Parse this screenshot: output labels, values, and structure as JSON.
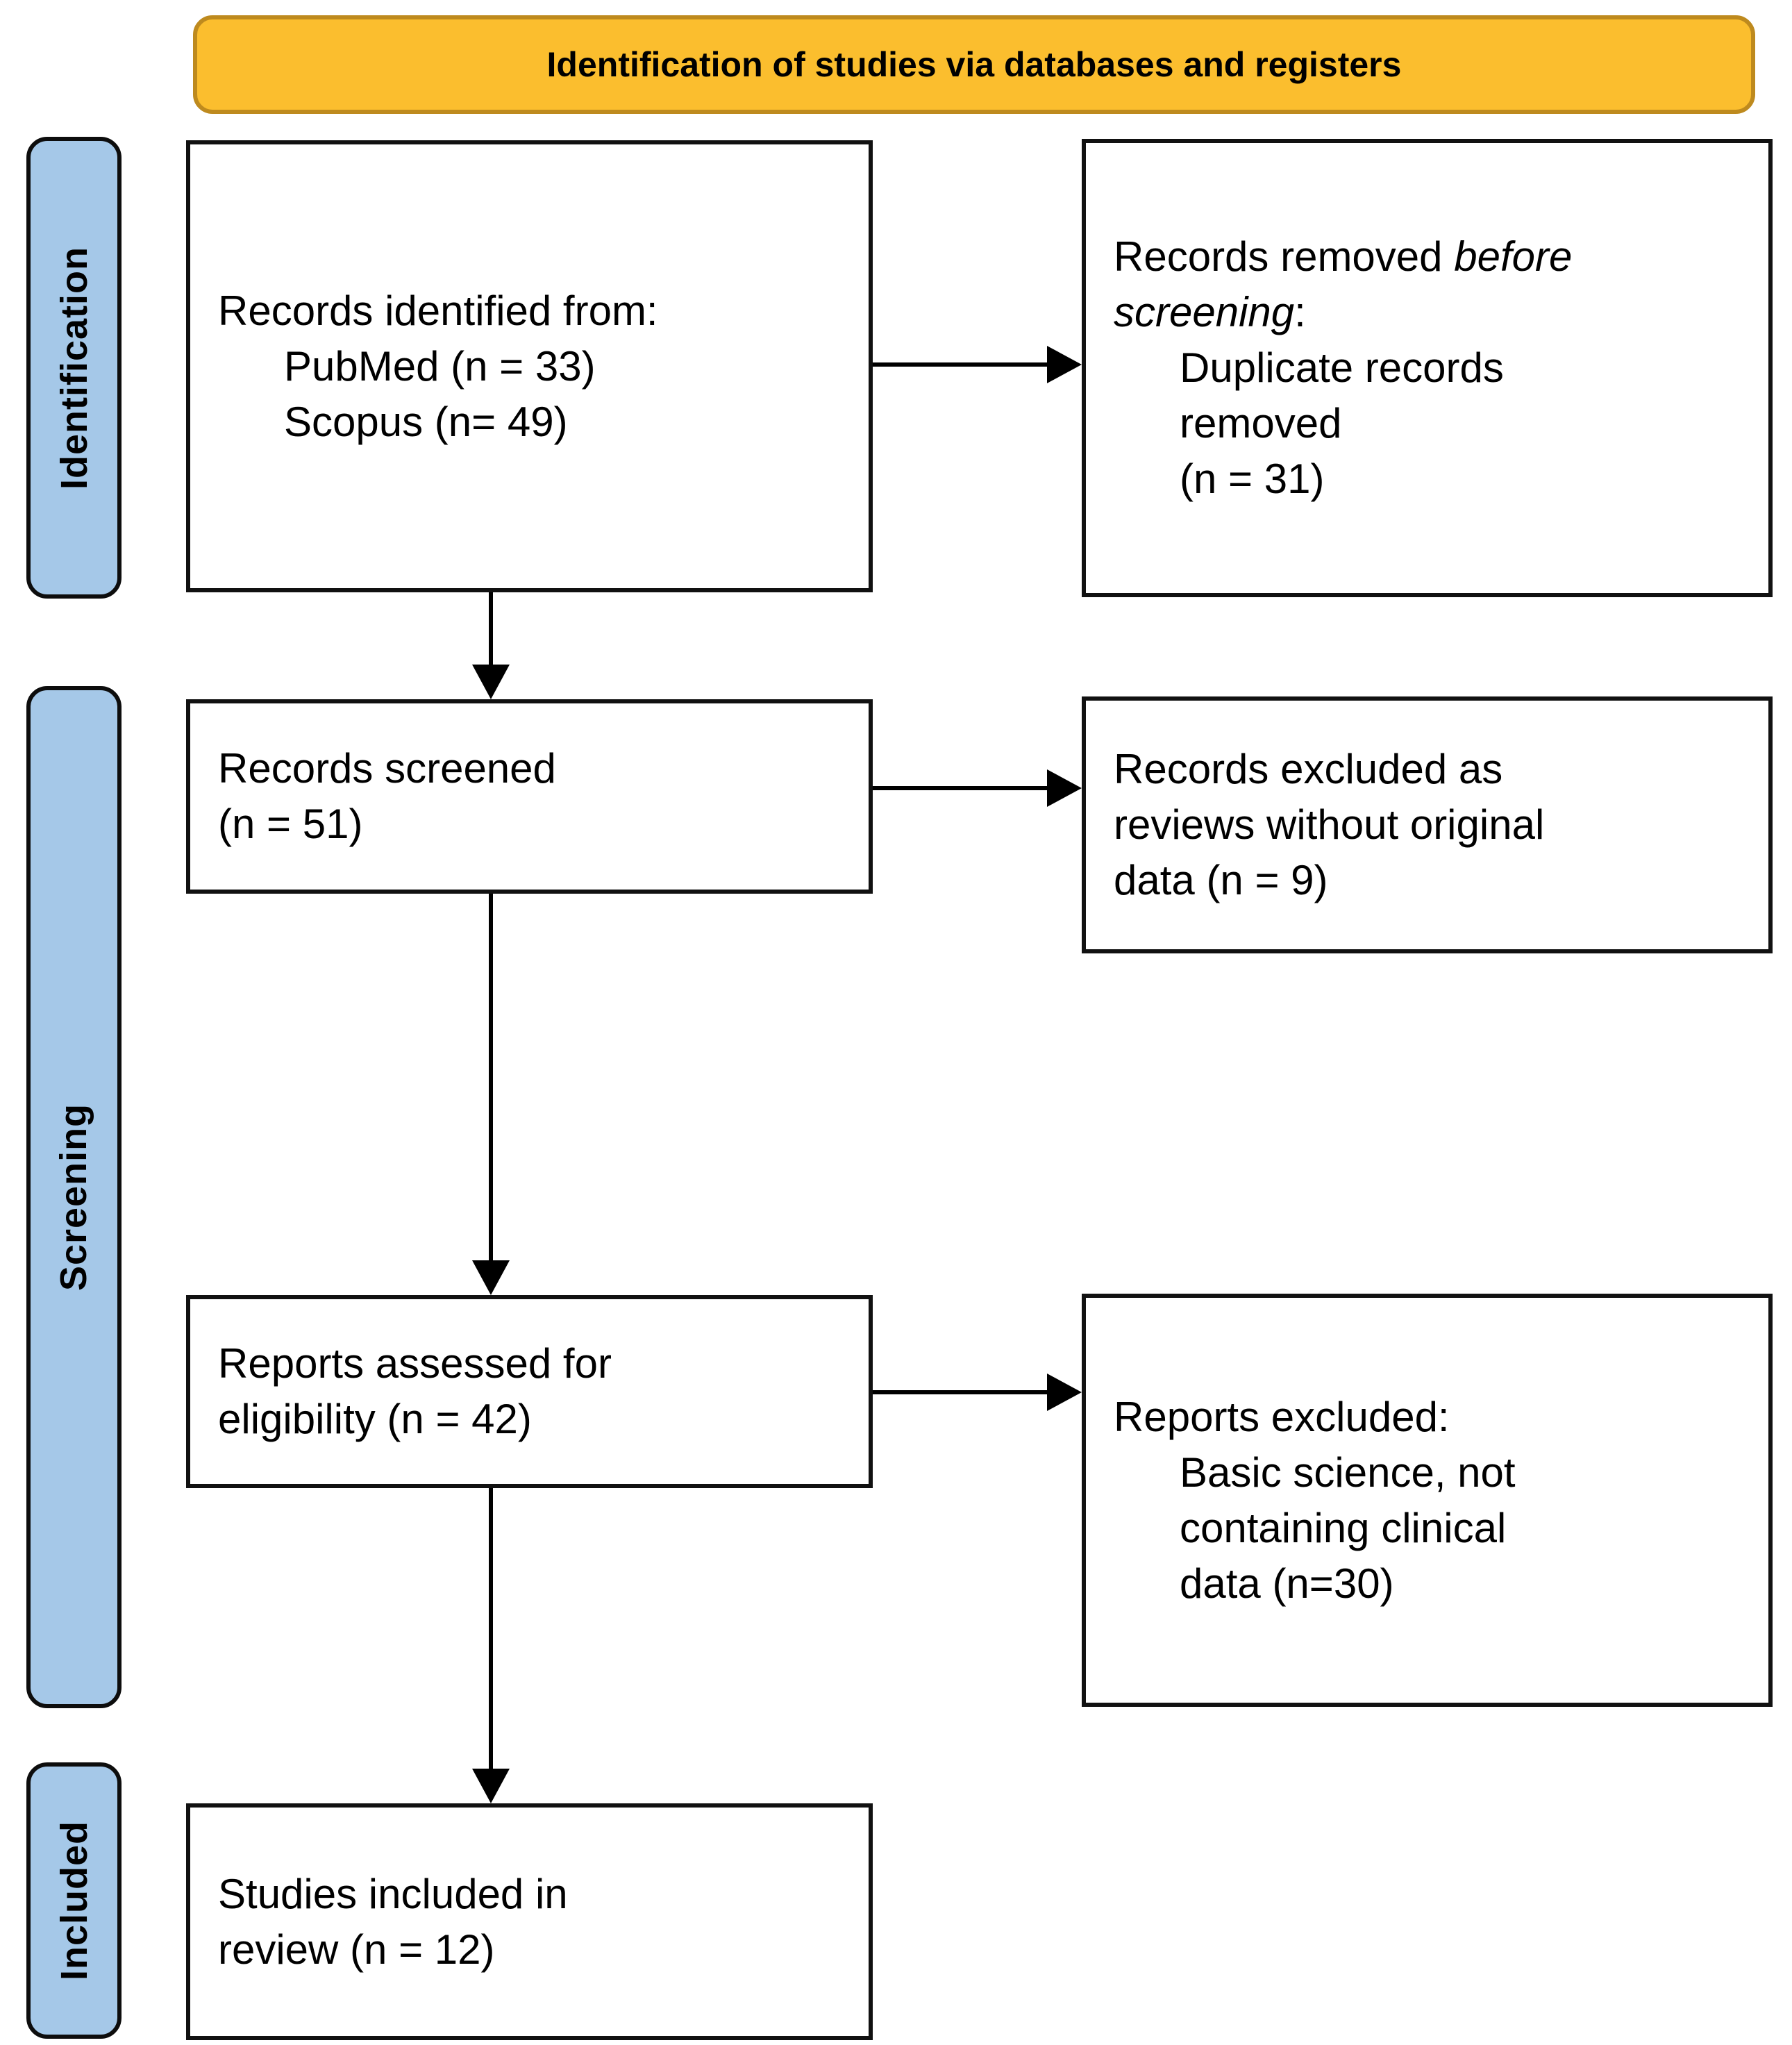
{
  "banner": {
    "title": "Identification of studies via databases and registers"
  },
  "stages": {
    "identification": "Identification",
    "screening": "Screening",
    "included": "Included"
  },
  "boxes": {
    "records_identified": {
      "title": "Records identified from:",
      "items": [
        "PubMed (n = 33)",
        "Scopus (n= 49)"
      ]
    },
    "records_removed": {
      "prefix": "Records removed",
      "italic_word1": "before",
      "italic_word2": "screening",
      "colon": ":",
      "items": [
        "Duplicate records",
        "removed",
        "(n = 31)"
      ]
    },
    "records_screened": {
      "lines": [
        "Records screened",
        "(n = 51)"
      ]
    },
    "records_excluded": {
      "lines": [
        "Records excluded as",
        "reviews without original",
        "data (n = 9)"
      ]
    },
    "reports_assessed": {
      "lines": [
        "Reports assessed for",
        "eligibility (n = 42)"
      ]
    },
    "reports_excluded": {
      "title": "Reports excluded:",
      "items": [
        "Basic science, not",
        "containing clinical",
        "data (n=30)"
      ]
    },
    "studies_included": {
      "lines": [
        "Studies included in",
        "review (n = 12)"
      ]
    }
  },
  "colors": {
    "banner_fill": "#FBBE2E",
    "banner_border": "#BE8A1E",
    "stage_fill": "#A5C8E8",
    "box_border": "#111111",
    "arrow": "#000000"
  }
}
